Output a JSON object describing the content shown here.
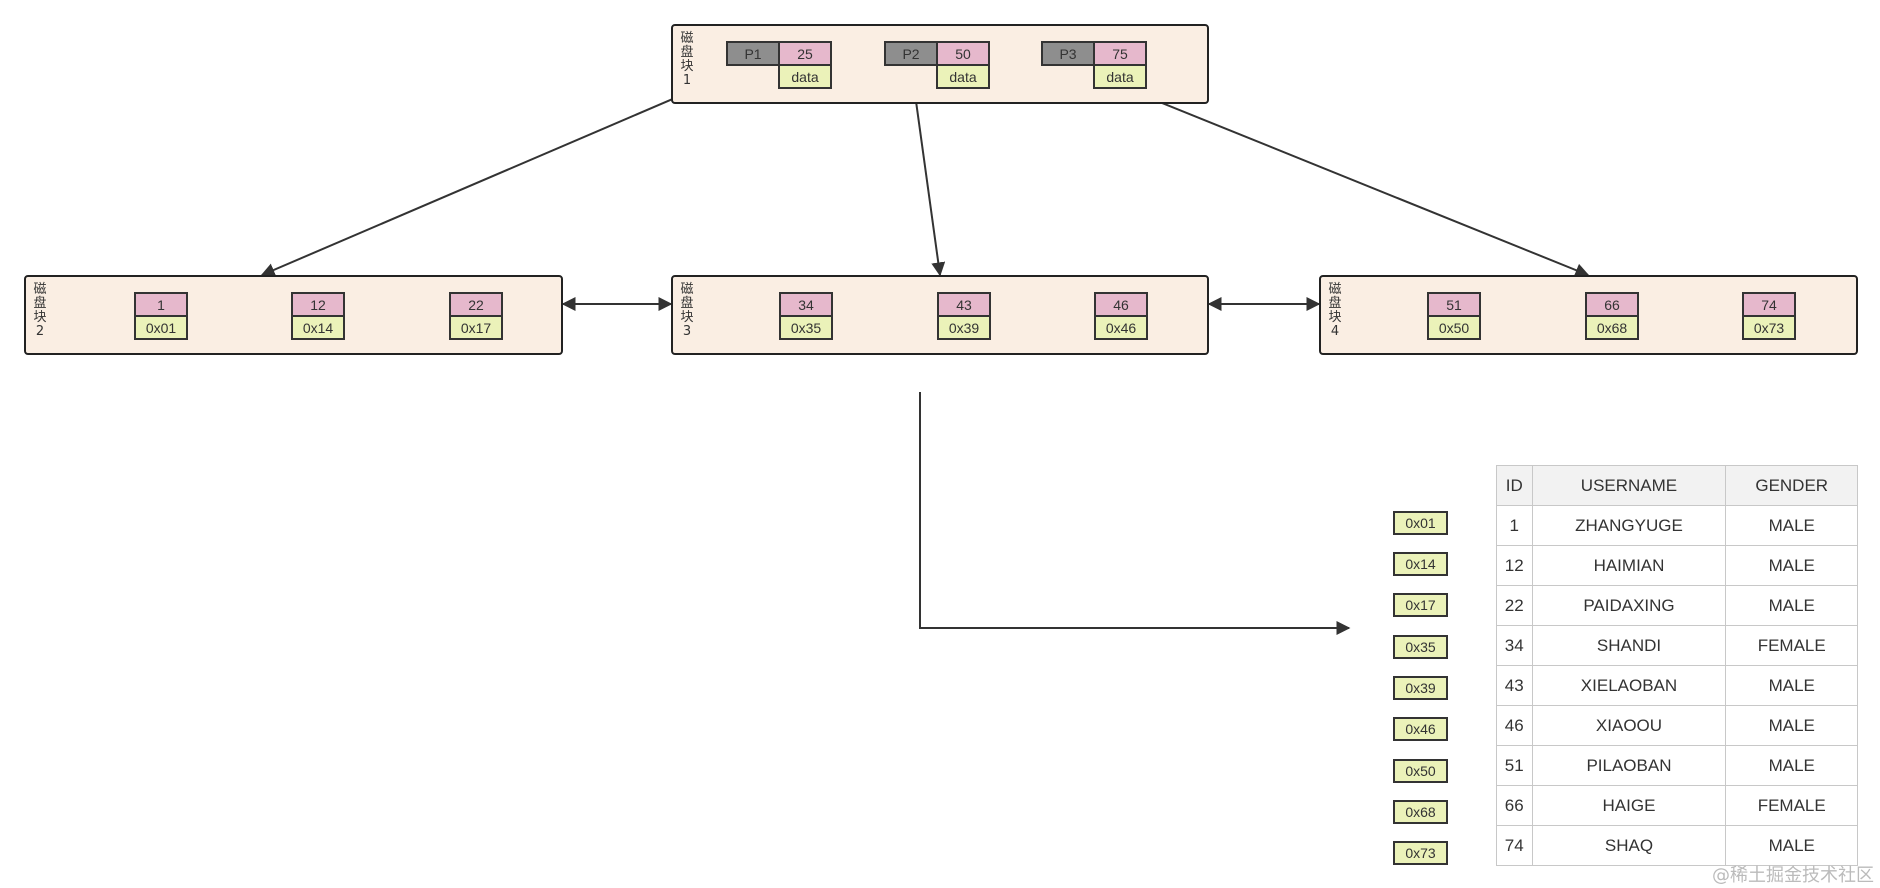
{
  "root": {
    "label": "磁盘块1",
    "entries": [
      {
        "pointer": "P1",
        "key": "25",
        "data": "data"
      },
      {
        "pointer": "P2",
        "key": "50",
        "data": "data"
      },
      {
        "pointer": "P3",
        "key": "75",
        "data": "data"
      }
    ]
  },
  "leaves": [
    {
      "label": "磁盘块2",
      "entries": [
        {
          "key": "1",
          "addr": "0x01"
        },
        {
          "key": "12",
          "addr": "0x14"
        },
        {
          "key": "22",
          "addr": "0x17"
        }
      ]
    },
    {
      "label": "磁盘块3",
      "entries": [
        {
          "key": "34",
          "addr": "0x35"
        },
        {
          "key": "43",
          "addr": "0x39"
        },
        {
          "key": "46",
          "addr": "0x46"
        }
      ]
    },
    {
      "label": "磁盘块4",
      "entries": [
        {
          "key": "51",
          "addr": "0x50"
        },
        {
          "key": "66",
          "addr": "0x68"
        },
        {
          "key": "74",
          "addr": "0x73"
        }
      ]
    }
  ],
  "addresses": [
    "0x01",
    "0x14",
    "0x17",
    "0x35",
    "0x39",
    "0x46",
    "0x50",
    "0x68",
    "0x73"
  ],
  "table": {
    "headers": [
      "ID",
      "USERNAME",
      "GENDER"
    ],
    "rows": [
      [
        "1",
        "ZHANGYUGE",
        "MALE"
      ],
      [
        "12",
        "HAIMIAN",
        "MALE"
      ],
      [
        "22",
        "PAIDAXING",
        "MALE"
      ],
      [
        "34",
        "SHANDI",
        "FEMALE"
      ],
      [
        "43",
        "XIELAOBAN",
        "MALE"
      ],
      [
        "46",
        "XIAOOU",
        "MALE"
      ],
      [
        "51",
        "PILAOBAN",
        "MALE"
      ],
      [
        "66",
        "HAIGE",
        "FEMALE"
      ],
      [
        "74",
        "SHAQ",
        "MALE"
      ]
    ]
  },
  "watermark": "@稀土掘金技术社区",
  "colors": {
    "block_bg": "#faeee3",
    "key_bg": "#e6b8cc",
    "addr_bg": "#ebf2b9",
    "pointer_bg": "#8e8e8e"
  }
}
